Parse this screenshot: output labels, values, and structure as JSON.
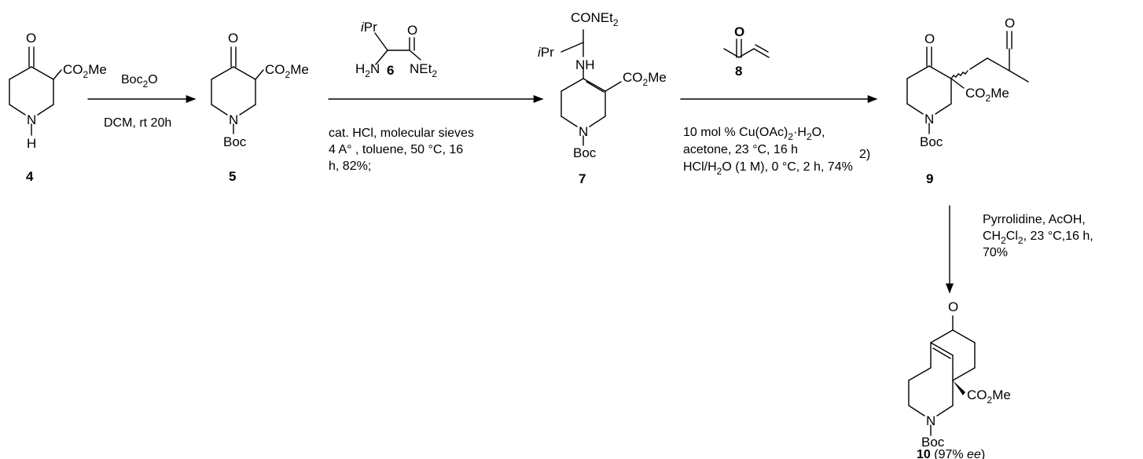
{
  "compounds": {
    "c4": {
      "number": "4",
      "groups": [
        "O",
        "CO",
        "2",
        "Me",
        "N",
        "H"
      ]
    },
    "c5": {
      "number": "5",
      "groups": [
        "O",
        "CO",
        "2",
        "Me",
        "N",
        "Boc"
      ]
    },
    "c6": {
      "number": "6",
      "groups": [
        "i",
        "Pr",
        "O",
        "H",
        "2",
        "N",
        "NEt",
        "2"
      ]
    },
    "c7": {
      "number": "7",
      "groups": [
        "CONEt",
        "2",
        "i",
        "Pr",
        "NH",
        "CO",
        "2",
        "Me",
        "N",
        "Boc"
      ]
    },
    "c8": {
      "number": "8",
      "groups": [
        "O"
      ]
    },
    "c9": {
      "number": "9",
      "groups": [
        "O",
        "O",
        "CO",
        "2",
        "Me",
        "N",
        "Boc"
      ]
    },
    "c10": {
      "number": "10",
      "groups": [
        "O",
        "CO",
        "2",
        "Me",
        "N",
        "Boc"
      ],
      "note_open": " (97% ",
      "note_ee": "ee",
      "note_close": ")"
    }
  },
  "steps": {
    "s1": {
      "reagent": [
        "Boc",
        "2",
        "O"
      ],
      "conditions": "DCM, rt 20h"
    },
    "s2": {
      "conditions": [
        "cat. HCl, molecular sieves",
        "4 A° , toluene, 50 °C, 16",
        "h, 82%;"
      ]
    },
    "s3": {
      "conditions": [
        "10 mol % Cu(OAc)",
        "2",
        "·H",
        "2",
        "O,",
        "acetone, 23 °C, 16 h",
        "2)",
        "HCl/H",
        "2",
        "O (1 M), 0 °C, 2 h, 74%"
      ]
    },
    "s4": {
      "conditions": [
        "Pyrrolidine, AcOH,",
        "CH",
        "2",
        "Cl",
        "2",
        ", 23 °C,16 h,",
        "70%"
      ]
    }
  }
}
